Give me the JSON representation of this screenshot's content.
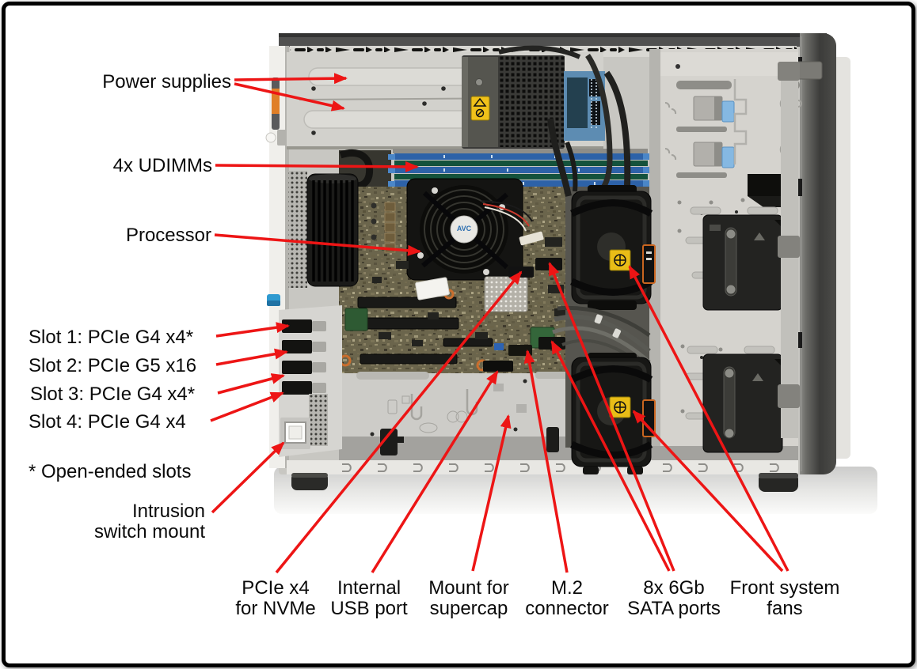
{
  "figure": {
    "description": "Annotated internal side view of a tower server",
    "cpu_fan_logo": "AVC"
  },
  "colors": {
    "arrow_red": "#ed1515",
    "label_text": "#0a0a0a",
    "warning_yellow": "#e9bd17",
    "dimm_blue": "#2d62a8",
    "chassis_gray": "#c8c7c2"
  },
  "callouts": {
    "power_supplies": {
      "label": "Power supplies"
    },
    "udimms": {
      "label": "4x UDIMMs"
    },
    "processor": {
      "label": "Processor"
    },
    "slot1": {
      "label": "Slot 1: PCIe G4 x4*"
    },
    "slot2": {
      "label": "Slot 2: PCIe G5 x16"
    },
    "slot3": {
      "label": "Slot 3: PCIe G4 x4*"
    },
    "slot4": {
      "label": "Slot 4: PCIe G4 x4"
    },
    "open_ended_note": {
      "label": "* Open-ended slots"
    },
    "intrusion": {
      "line1": "Intrusion",
      "line2": "switch mount"
    },
    "pcie_nvme": {
      "line1": "PCIe x4",
      "line2": "for NVMe"
    },
    "internal_usb": {
      "line1": "Internal",
      "line2": "USB port"
    },
    "supercap": {
      "line1": "Mount for",
      "line2": "supercap"
    },
    "m2": {
      "line1": "M.2",
      "line2": "connector"
    },
    "sata": {
      "line1": "8x 6Gb",
      "line2": "SATA ports"
    },
    "front_fans": {
      "line1": "Front system",
      "line2": "fans"
    }
  }
}
